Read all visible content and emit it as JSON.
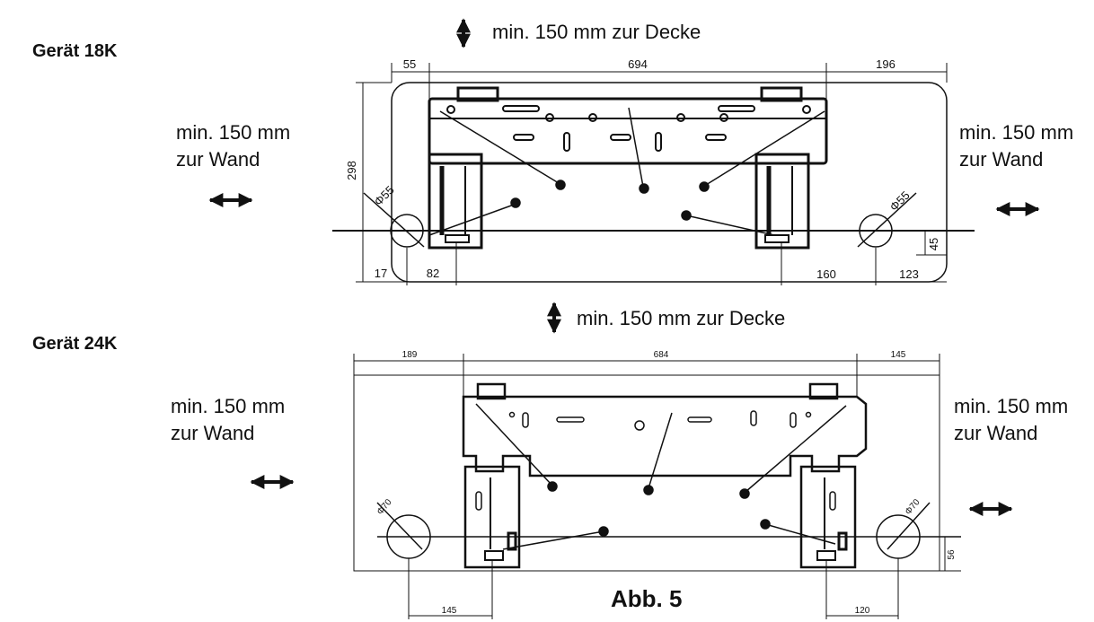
{
  "unit18": {
    "title": "Gerät 18K",
    "clearance_ceiling": "min. 150 mm zur Decke",
    "clearance_left": [
      "min. 150 mm",
      "zur Wand"
    ],
    "clearance_right": [
      "min. 150 mm",
      "zur Wand"
    ],
    "dimensions": {
      "top_left": "55",
      "top_middle": "694",
      "top_right": "196",
      "height": "298",
      "hole_left": "Φ55",
      "hole_right": "Φ55",
      "bottom_left_a": "17",
      "bottom_left_b": "82",
      "bottom_right_a": "160",
      "bottom_right_b": "123",
      "right_offset": "45"
    }
  },
  "unit24": {
    "title": "Gerät 24K",
    "clearance_ceiling": "min. 150 mm zur Decke",
    "clearance_left": [
      "min. 150 mm",
      "zur Wand"
    ],
    "clearance_right": [
      "min. 150 mm",
      "zur Wand"
    ],
    "dimensions": {
      "top_left": "189",
      "top_middle": "684",
      "top_right": "145",
      "hole_left": "Φ70",
      "hole_right": "Φ70",
      "bottom_left": "145",
      "bottom_right": "120",
      "right_offset": "56"
    }
  },
  "figure_label": "Abb. 5"
}
